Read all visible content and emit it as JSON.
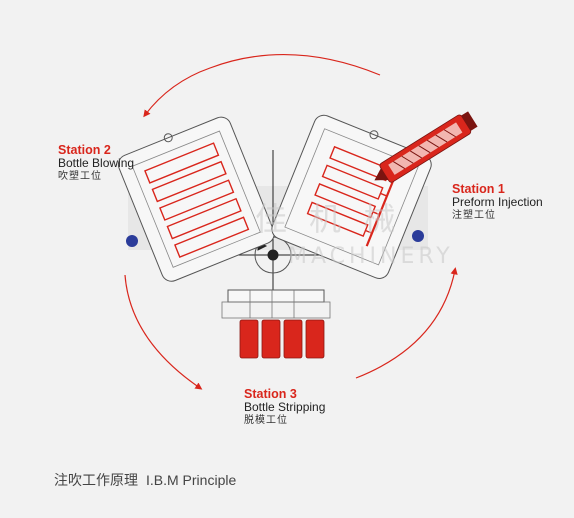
{
  "stations": [
    {
      "title": "Station 1",
      "name": "Preform Injection",
      "name_cn": "注塑工位"
    },
    {
      "title": "Station 2",
      "name": "Bottle Blowing",
      "name_cn": "吹塑工位"
    },
    {
      "title": "Station 3",
      "name": "Bottle Stripping",
      "name_cn": "脱模工位"
    }
  ],
  "caption": {
    "cn": "注吹工作原理",
    "en": "I.B.M Principle"
  },
  "watermark": {
    "cn": "佳 机 械",
    "en": "MACHINERY"
  },
  "colors": {
    "accent": "#d9261c",
    "line": "#8a8a8a",
    "bolt": "#2b3c9a",
    "background": "#f2f2f2"
  },
  "icons": [
    "rotation-arrow-icon",
    "injection-nozzle-icon",
    "bolt-icon"
  ]
}
